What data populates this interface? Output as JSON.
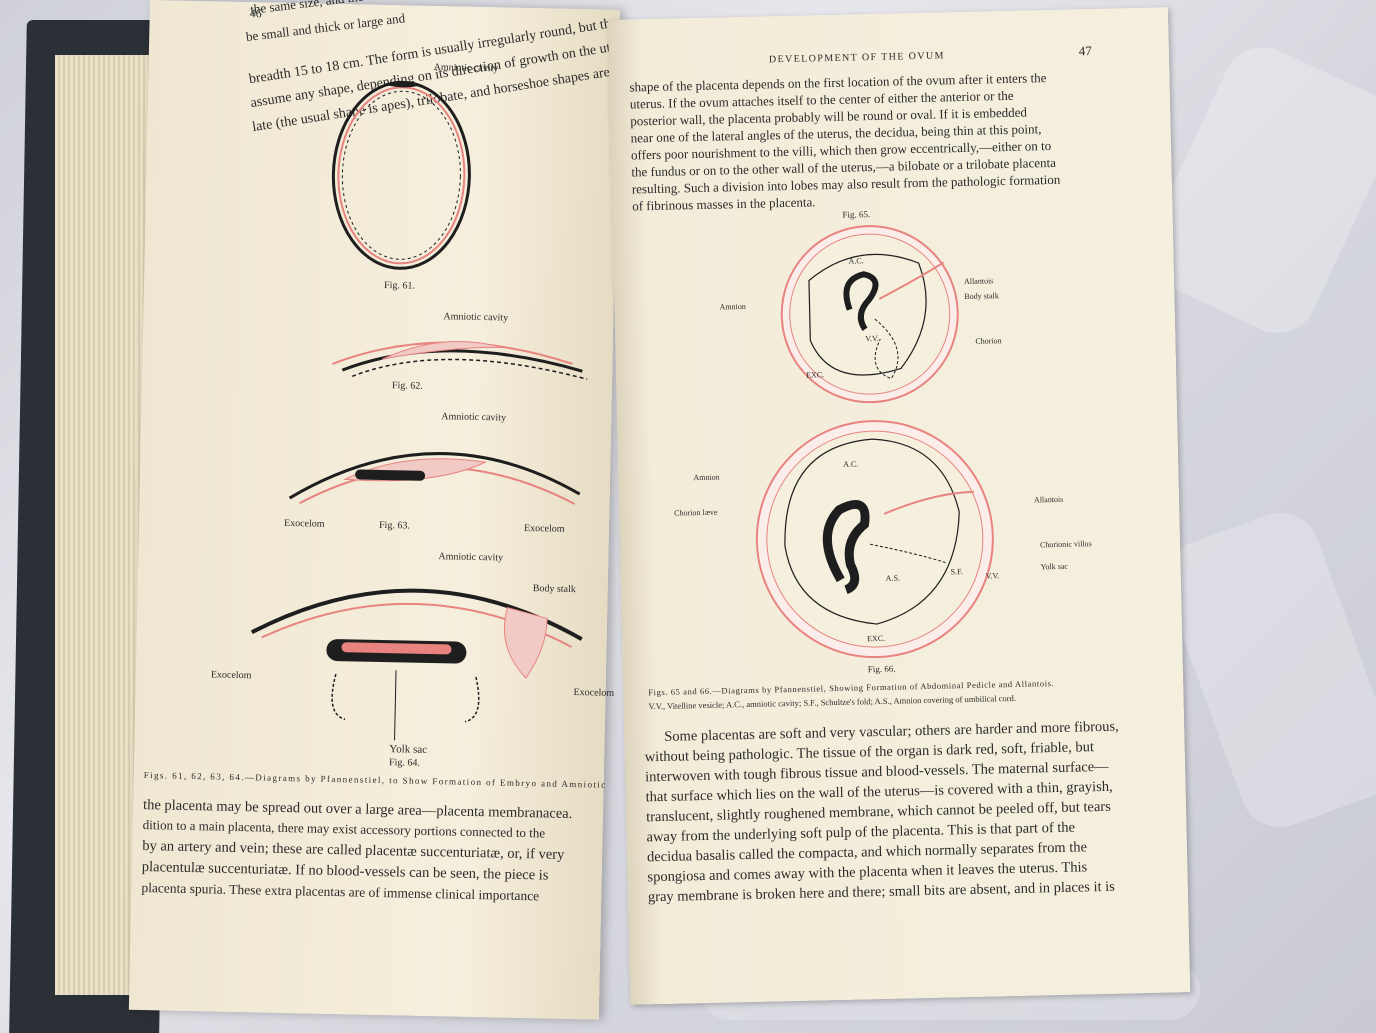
{
  "left_page": {
    "page_number": "46",
    "top_lines": [
      "the same size, and the",
      "be small and thick or large and",
      "breadth 15 to 18 cm.   The form is usually irregularly round, but the",
      "assume any shape, depending on its direction of growth on the uterine",
      "late (the usual shape is apes), trilobate, and horseshoe shapes are observed"
    ],
    "fig61_label": "Amniotic cavity",
    "fig61_caption": "Fig. 61.",
    "fig62_label": "Amniotic cavity",
    "fig62_caption": "Fig. 62.",
    "fig63_label": "Amniotic cavity",
    "fig63_exocoelom_left": "Exocelom",
    "fig63_exocoelom_right": "Exocelom",
    "fig63_caption": "Fig. 63.",
    "fig64_label": "Amniotic cavity",
    "fig64_body_stalk": "Body stalk",
    "fig64_exocoelom_left": "Exocelom",
    "fig64_exocoelom_right": "Exocelom",
    "fig64_yolk_sac": "Yolk sac",
    "fig64_caption": "Fig. 64.",
    "figures_caption": "Figs. 61, 62, 63, 64.—Diagrams by Pfannenstiel, to Show Formation of Embryo and Amniotic",
    "bottom_lines": [
      "the placenta may be spread out over a large area—placenta membranacea.",
      "dition to a main placenta, there may exist accessory portions connected to the",
      "by an artery and vein; these are called placentæ succenturiatæ, or, if very",
      "placentulæ succenturiatæ.   If no blood-vessels can be seen, the piece is",
      "placenta spuria.   These extra placentas are of immense clinical importance"
    ]
  },
  "right_page": {
    "running_head": "DEVELOPMENT OF THE OVUM",
    "page_number": "47",
    "top_paragraph": [
      "shape of the placenta depends on the first location of the ovum after it enters the",
      "uterus.  If the ovum attaches itself to the center of either the anterior or the",
      "posterior wall, the placenta probably will be round or oval.  If it is embedded",
      "near one of the lateral angles of the uterus, the decidua, being thin at this point,",
      "offers poor nourishment to the villi, which then grow eccentrically,—either on to",
      "the fundus or on to the other wall of the uterus,—a bilobate or a trilobate placenta",
      "resulting.  Such a division into lobes may also result from the pathologic formation",
      "of fibrinous masses in the placenta."
    ],
    "fig65": {
      "caption": "Fig. 65.",
      "ac": "A.C.",
      "amnion": "Amnion",
      "allantois": "Allantois",
      "body_stalk": "Body stalk",
      "vv": "V.V.",
      "chorion": "Chorion",
      "exc": "EXC."
    },
    "fig66": {
      "caption": "Fig. 66.",
      "amnion": "Amnion",
      "ac": "A.C.",
      "chorion_laeve": "Chorion læve",
      "allantois": "Allantois",
      "chorionic_villus": "Chorionic villus",
      "yolk_sac": "Yolk sac",
      "as": "A.S.",
      "sf": "S.F.",
      "vv": "V.V.",
      "exc": "EXC."
    },
    "figures_caption_line1": "Figs. 65 and 66.—Diagrams by Pfannenstiel, Showing Formation of Abdominal Pedicle and Allantois.",
    "figures_caption_line2": "V.V., Vitelline vesicle; A.C., amniotic cavity; S.F., Schultze's fold; A.S., Amnion covering of umbilical cord.",
    "bottom_paragraph": [
      "Some placentas are soft and very vascular; others are harder and more fibrous,",
      "without being pathologic.  The tissue of the organ is dark red, soft, friable, but",
      "interwoven with tough fibrous tissue and blood-vessels.  The maternal surface—",
      "that surface which lies on the wall of the uterus—is covered with a thin, grayish,",
      "translucent, slightly roughened membrane, which cannot be peeled off, but tears",
      "away from the underlying soft pulp of the placenta.  This is that part of the",
      "decidua basalis called the compacta, and which normally separates from the",
      "spongiosa and comes away with the placenta when it leaves the uterus.  This",
      "gray membrane is broken here and there; small bits are absent, and in places it is"
    ]
  },
  "colors": {
    "ink": "#2b2b2b",
    "pink": "#e8837f",
    "paper": "#f5efde",
    "cover": "#2b2f36"
  }
}
